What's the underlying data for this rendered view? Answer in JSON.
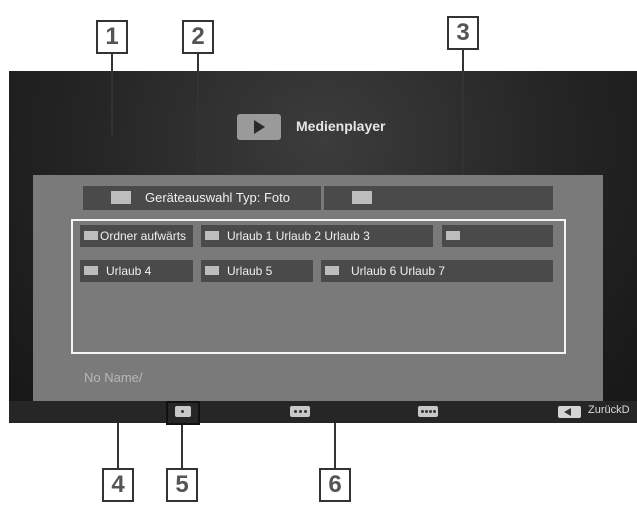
{
  "callouts": [
    "1",
    "2",
    "3",
    "4",
    "5",
    "6"
  ],
  "header": {
    "icon": "media-player-icon",
    "title": "Medienplayer"
  },
  "source": {
    "icon": "device-icon",
    "label": "Geräteauswahl Typ: Foto"
  },
  "path": {
    "icon": "folder-icon",
    "value": ""
  },
  "tiles": [
    {
      "label": "Ordner aufwärts",
      "icon": "folder-up-icon"
    },
    {
      "label": "Urlaub 1 Urlaub 2 Urlaub 3",
      "icon": "folder-icon"
    },
    {
      "label": "",
      "icon": "folder-icon"
    },
    {
      "label": "Urlaub 4",
      "icon": "folder-icon"
    },
    {
      "label": "Urlaub 5",
      "icon": "folder-icon"
    },
    {
      "label": "Urlaub 6 Urlaub 7",
      "icon": "folder-icon"
    }
  ],
  "folder_name": "No Name/",
  "bottom_bar": {
    "buttons": [
      "select-button-icon",
      "options-button-icon",
      "menu-button-icon"
    ],
    "back_label": "ZurückD"
  }
}
